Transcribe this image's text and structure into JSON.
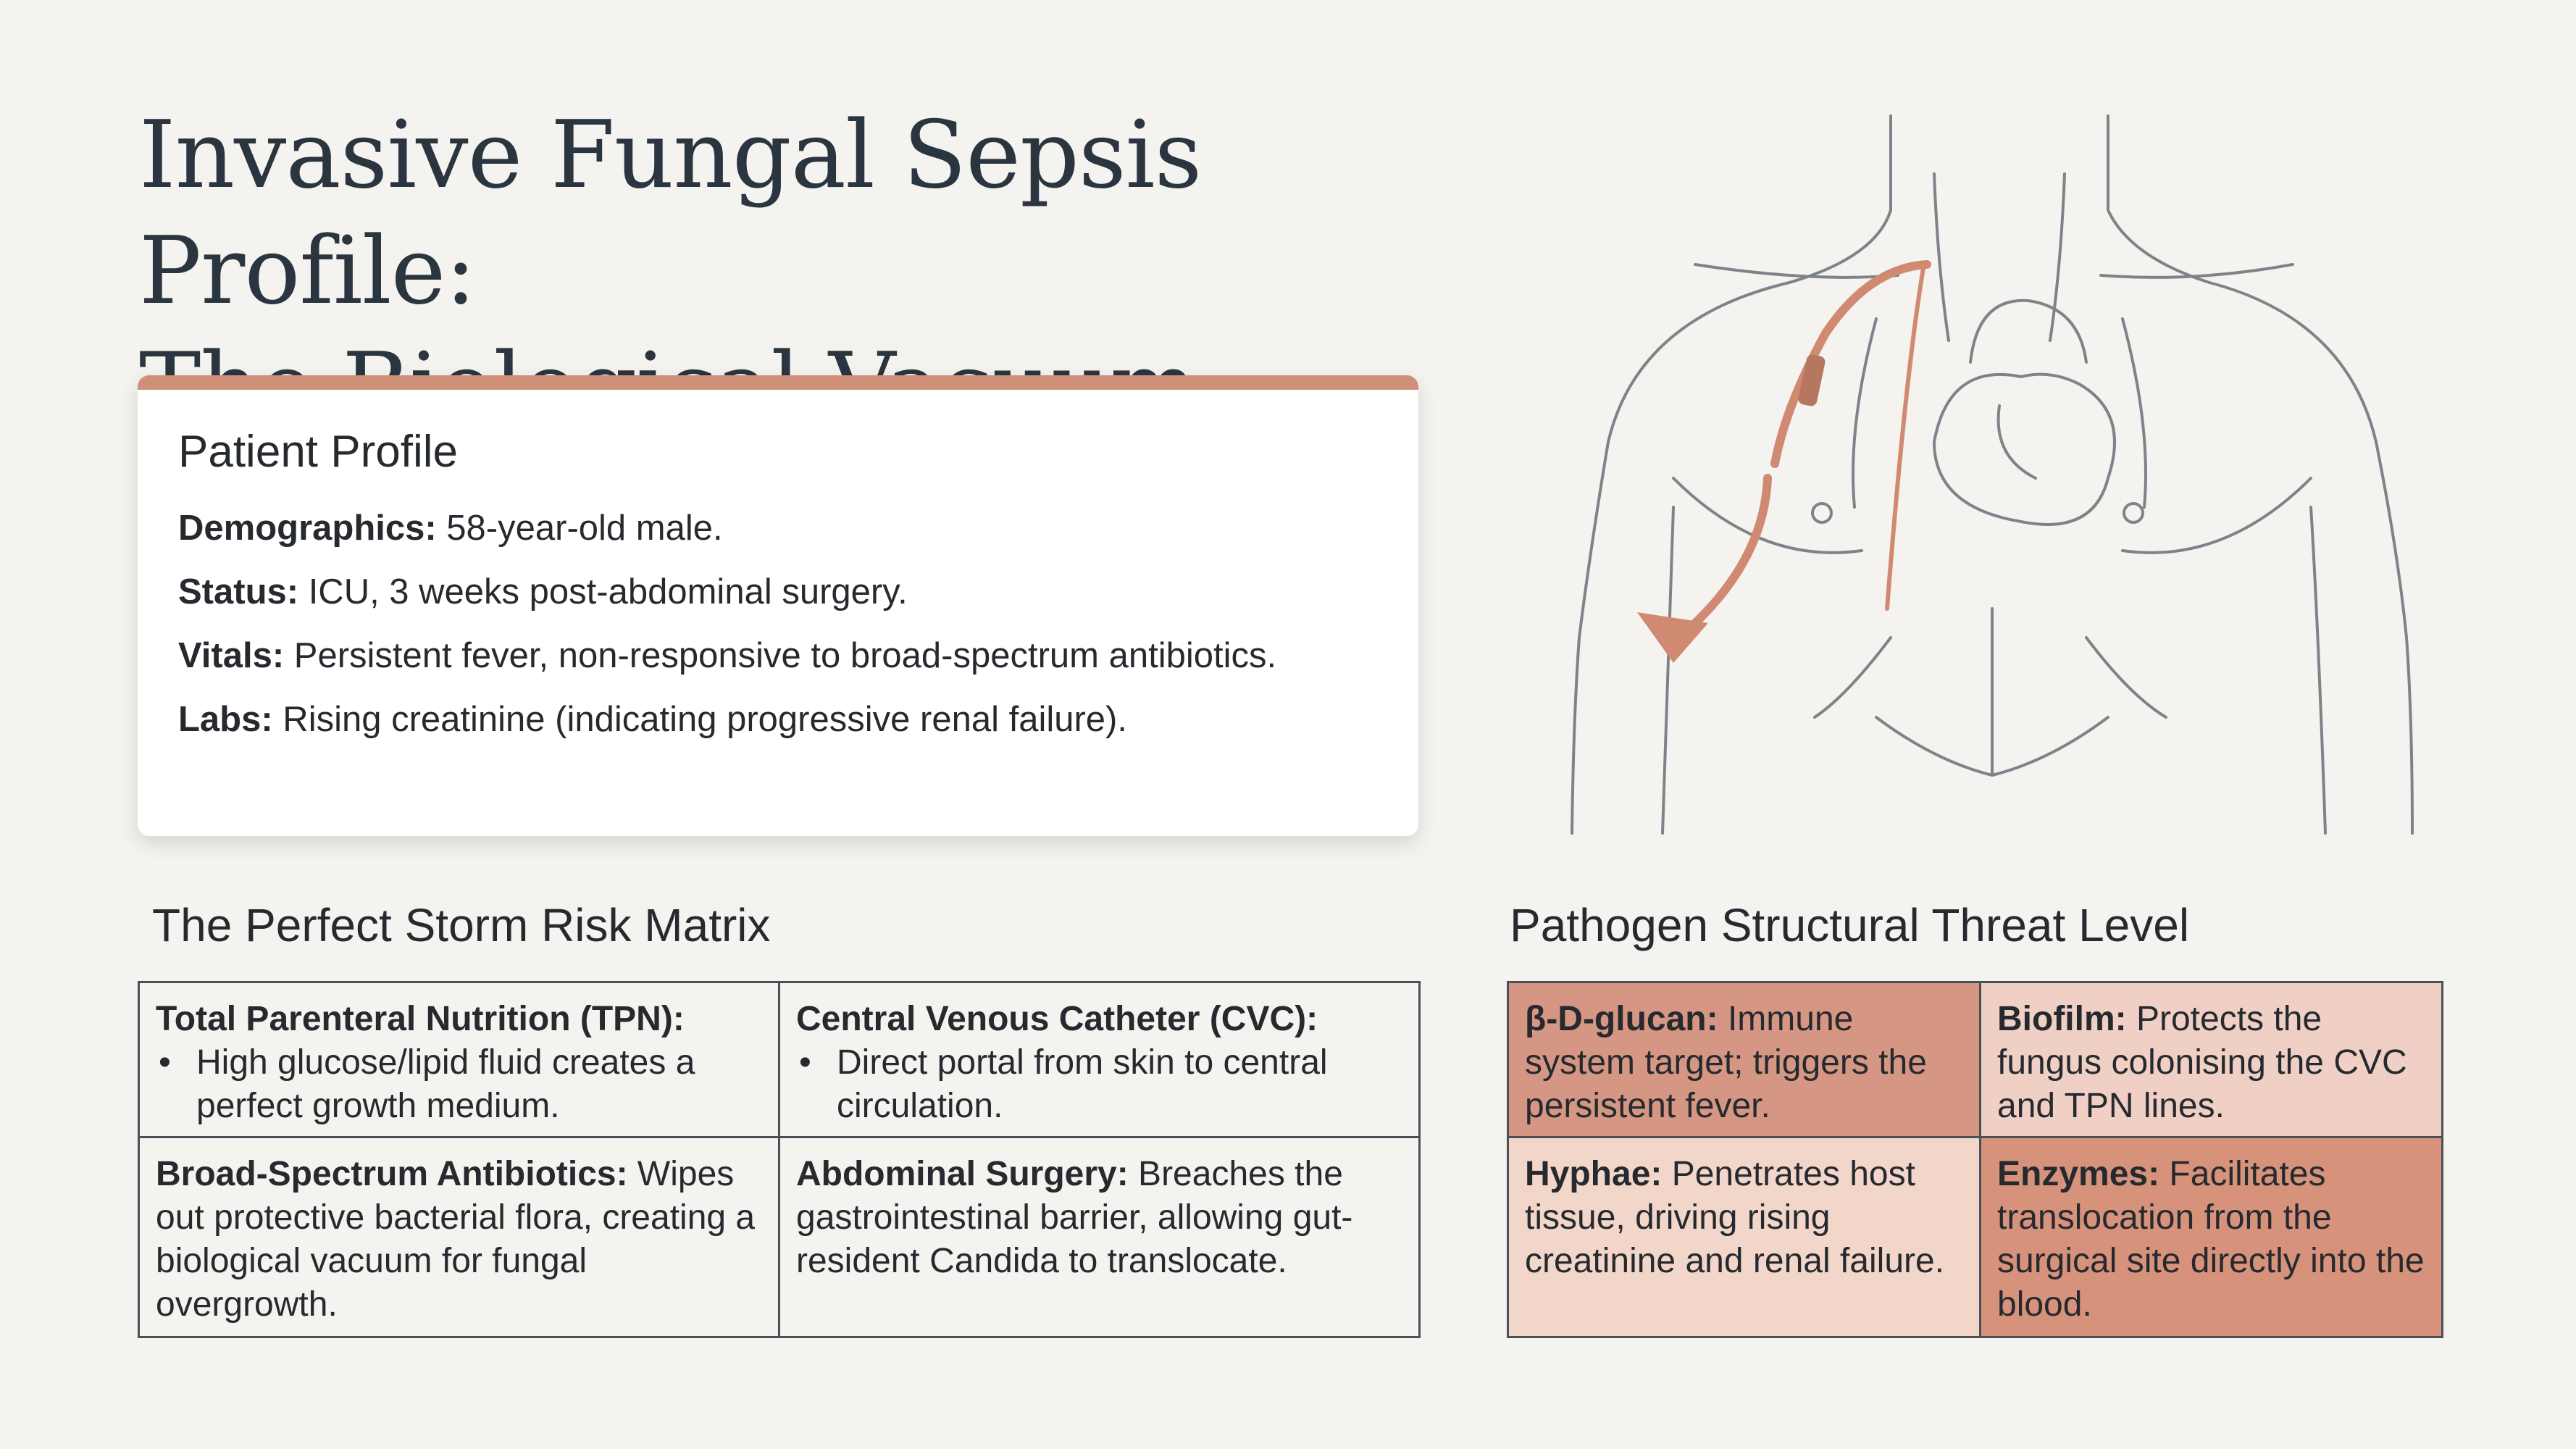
{
  "title": {
    "line1": "Invasive Fungal Sepsis Profile:",
    "line2": "The Biological Vacuum"
  },
  "profile": {
    "heading": "Patient Profile",
    "rows": [
      {
        "label": "Demographics:",
        "text": " 58-year-old male."
      },
      {
        "label": "Status:",
        "text": " ICU, 3 weeks post-abdominal surgery."
      },
      {
        "label": "Vitals:",
        "text": " Persistent fever, non-responsive to broad-spectrum antibiotics."
      },
      {
        "label": "Labs:",
        "text": " Rising creatinine (indicating progressive renal failure)."
      }
    ]
  },
  "risk_matrix": {
    "heading": "The Perfect Storm Risk Matrix",
    "cells": [
      {
        "title": "Total Parenteral Nutrition (TPN):",
        "text": "High glucose/lipid fluid creates a perfect growth medium."
      },
      {
        "title": "Central Venous Catheter (CVC):",
        "text": "Direct portal from skin to central circulation."
      },
      {
        "title": "Broad-Spectrum Antibiotics:",
        "text": " Wipes out protective bacterial flora, creating a biological vacuum for fungal overgrowth."
      },
      {
        "title": "Abdominal Surgery:",
        "text": " Breaches the gastrointestinal barrier, allowing gut-resident Candida to translocate."
      }
    ]
  },
  "threat_level": {
    "heading": "Pathogen Structural Threat Level",
    "cells": [
      {
        "title": "β-D-glucan:",
        "text": " Immune system target; triggers the persistent fever.",
        "color": "#d59783"
      },
      {
        "title": "Biofilm:",
        "text": " Protects the fungus colonising the CVC and TPN lines.",
        "color": "#f0d0c4"
      },
      {
        "title": "Hyphae:",
        "text": " Penetrates host tissue, driving rising creatinine and renal failure.",
        "color": "#f3d6ca"
      },
      {
        "title": "Enzymes:",
        "text": " Facilitates translocation from the surgical site directly into the blood.",
        "color": "#d7927c"
      }
    ]
  },
  "colors": {
    "accent": "#cf9079",
    "catheter": "#d08a72",
    "outline": "#7d8389"
  }
}
